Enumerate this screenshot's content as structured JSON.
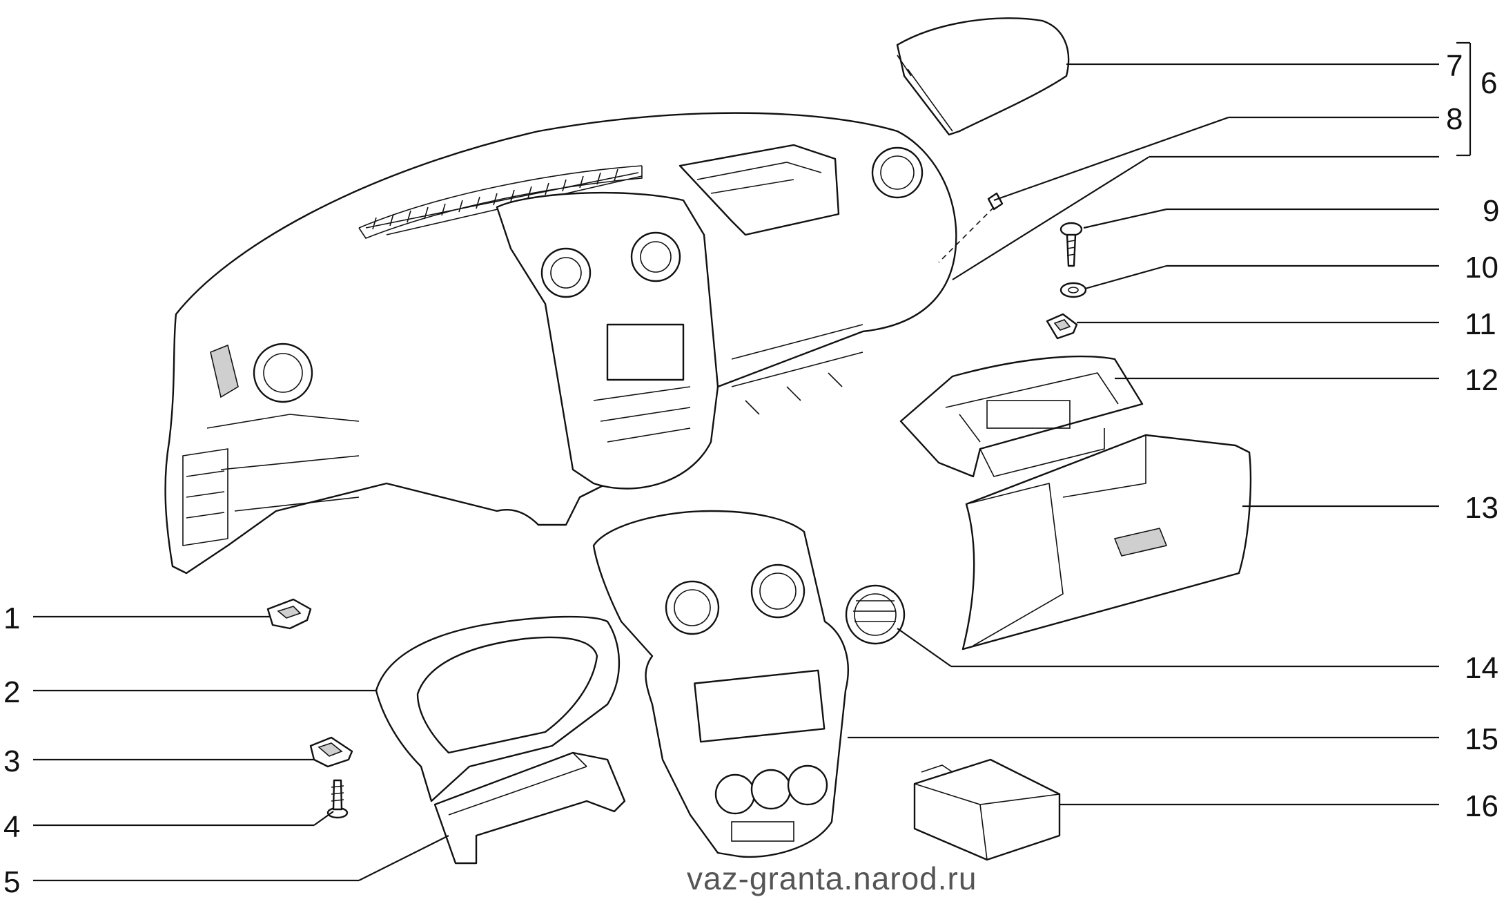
{
  "diagram": {
    "callouts": [
      {
        "id": "1",
        "label": "1"
      },
      {
        "id": "2",
        "label": "2"
      },
      {
        "id": "3",
        "label": "3"
      },
      {
        "id": "4",
        "label": "4"
      },
      {
        "id": "5",
        "label": "5"
      },
      {
        "id": "6",
        "label": "6"
      },
      {
        "id": "7",
        "label": "7"
      },
      {
        "id": "8",
        "label": "8"
      },
      {
        "id": "9",
        "label": "9"
      },
      {
        "id": "10",
        "label": "10"
      },
      {
        "id": "11",
        "label": "11"
      },
      {
        "id": "12",
        "label": "12"
      },
      {
        "id": "13",
        "label": "13"
      },
      {
        "id": "14",
        "label": "14"
      },
      {
        "id": "15",
        "label": "15"
      },
      {
        "id": "16",
        "label": "16"
      }
    ],
    "watermark": "vaz-granta.narod.ru"
  }
}
